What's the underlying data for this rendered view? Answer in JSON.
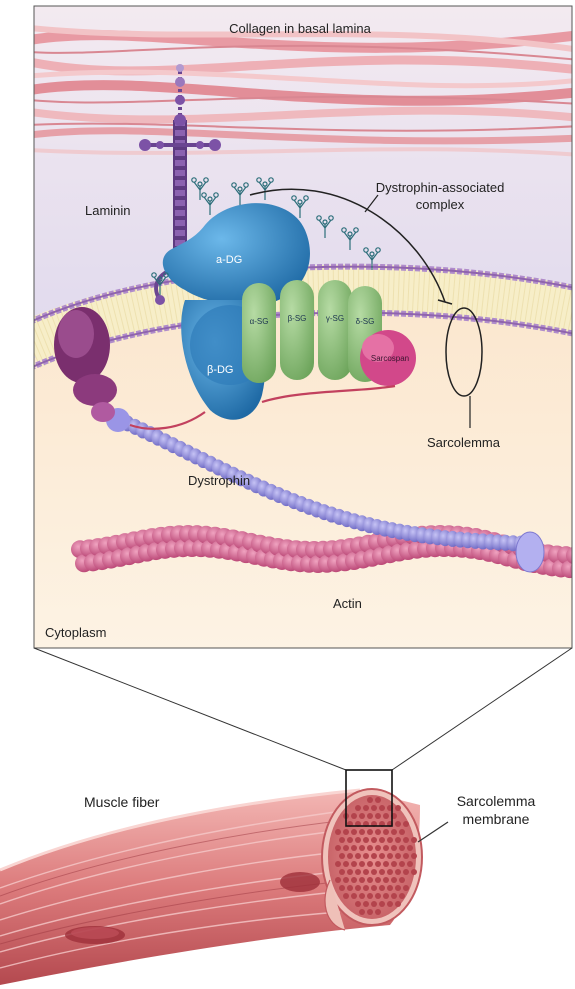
{
  "labels": {
    "collagen": "Collagen in basal lamina",
    "laminin": "Laminin",
    "complex_line1": "Dystrophin-associated",
    "complex_line2": "complex",
    "alpha_dg": "a-DG",
    "beta_dg": "β-DG",
    "alpha_sg": "α-SG",
    "beta_sg": "β-SG",
    "gamma_sg": "γ-SG",
    "delta_sg": "δ-SG",
    "sarcospan": "Sarcospan",
    "sarcolemma": "Sarcolemma",
    "dystrophin": "Dystrophin",
    "actin": "Actin",
    "cytoplasm": "Cytoplasm",
    "muscle_fiber": "Muscle fiber",
    "sarcolemma_membrane_line1": "Sarcolemma",
    "sarcolemma_membrane_line2": "membrane"
  },
  "colors": {
    "collagen": "#e59aa2",
    "extracellular": "#e6e2f2",
    "membrane_head": "#a57cc0",
    "membrane_core": "#f7ecc4",
    "cytoplasm": "#f8e3cf",
    "laminin": "#7b4e9c",
    "dystroglycan": "#3a8cc7",
    "sarcoglycan": "#88bb77",
    "sarcospan": "#d4568c",
    "dystrophin": "#8a86d8",
    "actin": "#d16591",
    "muscle": "#e2888a"
  }
}
